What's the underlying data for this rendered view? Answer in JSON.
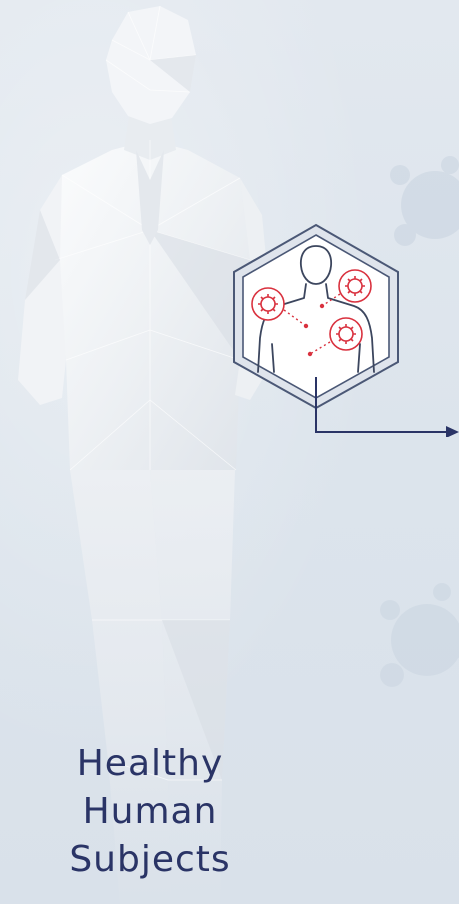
{
  "colors": {
    "background": "#dfe6ee",
    "label_text": "#2a3466",
    "badge_border": "#4b5876",
    "badge_fill": "#ffffff",
    "virus_red": "#d9313e",
    "arrow": "#2a3466"
  },
  "label": {
    "line1": "Healthy",
    "line2": "Human",
    "line3": "Subjects"
  },
  "icons": {
    "badge": "human-infection-hexagon-icon",
    "arrow": "arrow-right-icon"
  }
}
